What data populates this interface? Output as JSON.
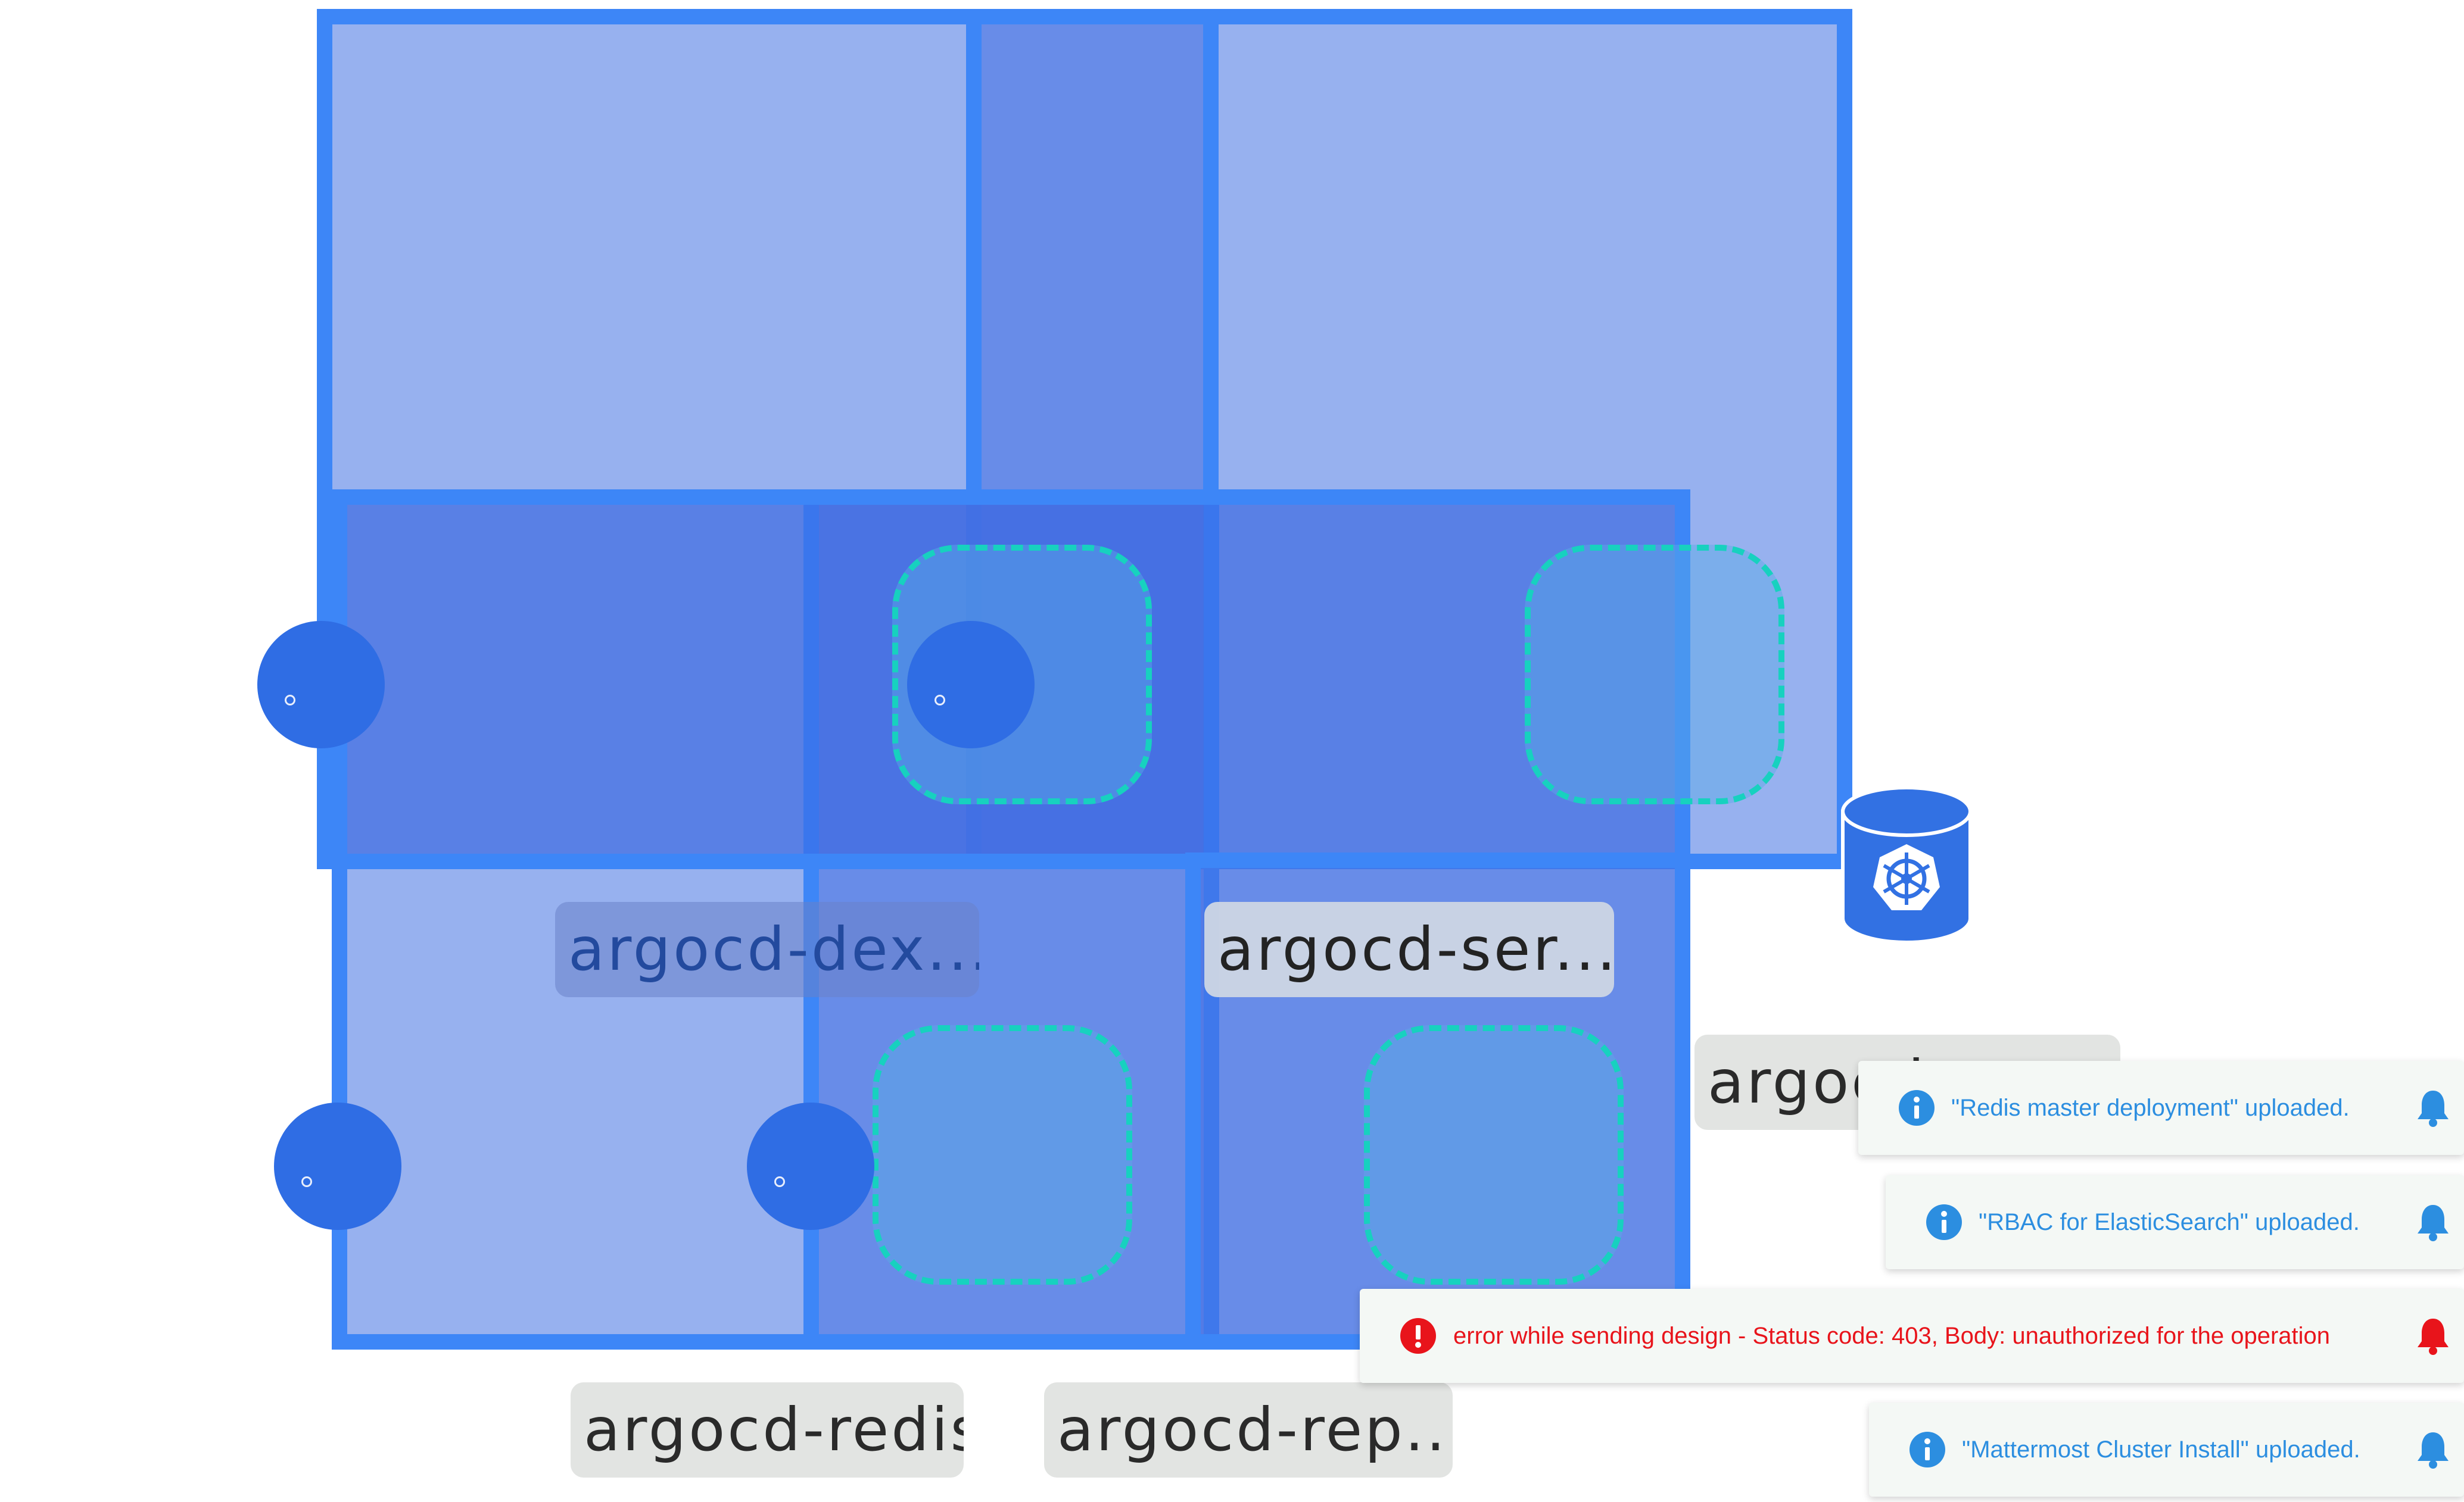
{
  "colors": {
    "box_border": "#3d86f7",
    "dashed_border": "#17d1bf",
    "port_fill": "#2f6de4",
    "info_text": "#2c8ee0",
    "error_text": "#e8141b",
    "notification_bg": "#f4f8f5"
  },
  "node_labels": {
    "argocd_dex": "argocd-dex...",
    "argocd_server": "argocd-ser...",
    "argocd_partial": "argocd-",
    "argocd_redis": "argocd-redis",
    "argocd_repo": "argocd-rep..."
  },
  "icons": {
    "database": "kubernetes-database-icon",
    "info": "info-circle-icon",
    "error": "error-circle-icon",
    "bell": "bell-icon"
  },
  "notifications": [
    {
      "type": "info",
      "message": "\"Redis master deployment\" uploaded."
    },
    {
      "type": "info",
      "message": "\"RBAC for ElasticSearch\" uploaded."
    },
    {
      "type": "error",
      "message": "error while sending design - Status code: 403, Body: unauthorized for the operation"
    },
    {
      "type": "info",
      "message": "\"Mattermost Cluster Install\" uploaded."
    }
  ]
}
